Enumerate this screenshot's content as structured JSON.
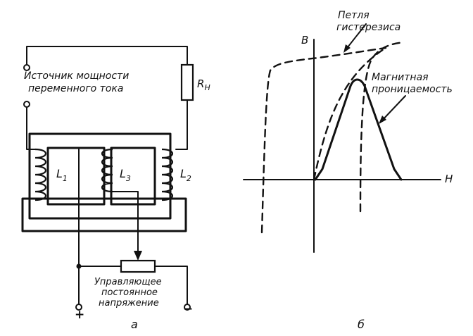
{
  "panel_a": {
    "ac_source_label_line1": "Источник мощности",
    "ac_source_label_line2": "переменного тока",
    "load_resistor_label": "R",
    "load_resistor_subscript": "H",
    "coil1_label": "L",
    "coil1_subscript": "1",
    "coil3_label": "L",
    "coil3_subscript": "3",
    "coil2_label": "L",
    "coil2_subscript": "2",
    "dc_label_line1": "Управляющее",
    "dc_label_line2": "постоянное",
    "dc_label_line3": "напряжение",
    "plus_sign": "+",
    "minus_sign": "−",
    "caption": "а"
  },
  "panel_b": {
    "axis_y_label": "B",
    "axis_x_label": "H",
    "hysteresis_label_line1": "Петля",
    "hysteresis_label_line2": "гистерезиса",
    "permeability_label_line1": "Магнитная",
    "permeability_label_line2": "проницаемость",
    "caption": "б"
  }
}
